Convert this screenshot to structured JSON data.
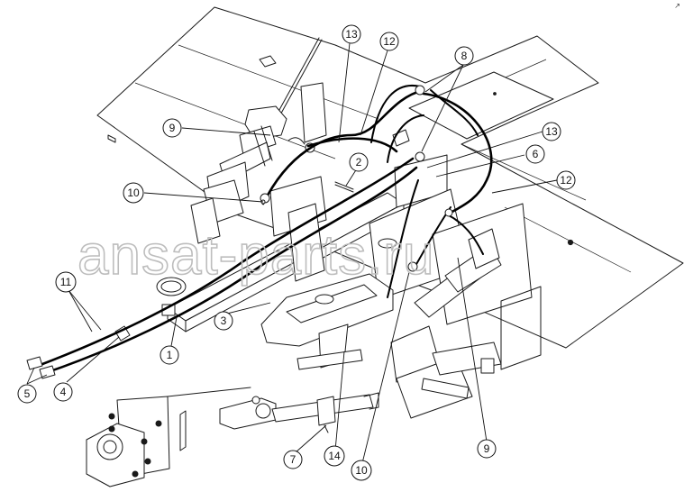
{
  "watermark": "ansat-parts.ru",
  "corner_mark": "↗",
  "callouts": [
    {
      "id": "c13a",
      "label": "13"
    },
    {
      "id": "c12a",
      "label": "12"
    },
    {
      "id": "c8",
      "label": "8"
    },
    {
      "id": "c9a",
      "label": "9"
    },
    {
      "id": "c2",
      "label": "2"
    },
    {
      "id": "c13b",
      "label": "13"
    },
    {
      "id": "c6",
      "label": "6"
    },
    {
      "id": "c12b",
      "label": "12"
    },
    {
      "id": "c10a",
      "label": "10"
    },
    {
      "id": "c11",
      "label": "11"
    },
    {
      "id": "c3",
      "label": "3"
    },
    {
      "id": "c1",
      "label": "1"
    },
    {
      "id": "c5",
      "label": "5"
    },
    {
      "id": "c4",
      "label": "4"
    },
    {
      "id": "c7",
      "label": "7"
    },
    {
      "id": "c14",
      "label": "14"
    },
    {
      "id": "c10b",
      "label": "10"
    },
    {
      "id": "c9b",
      "label": "9"
    }
  ]
}
